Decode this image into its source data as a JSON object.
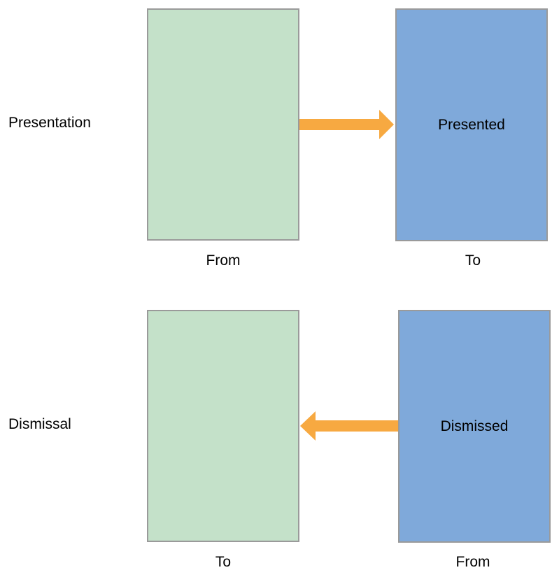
{
  "colors": {
    "from_box_fill": "#c4e1c9",
    "to_box_fill": "#7fa9da",
    "box_border": "#9a9a9a",
    "arrow": "#f7a941"
  },
  "presentation": {
    "row_label": "Presentation",
    "left_box_text": "",
    "right_box_text": "Presented",
    "left_caption": "From",
    "right_caption": "To",
    "arrow_direction": "right"
  },
  "dismissal": {
    "row_label": "Dismissal",
    "left_box_text": "",
    "right_box_text": "Dismissed",
    "left_caption": "To",
    "right_caption": "From",
    "arrow_direction": "left"
  }
}
